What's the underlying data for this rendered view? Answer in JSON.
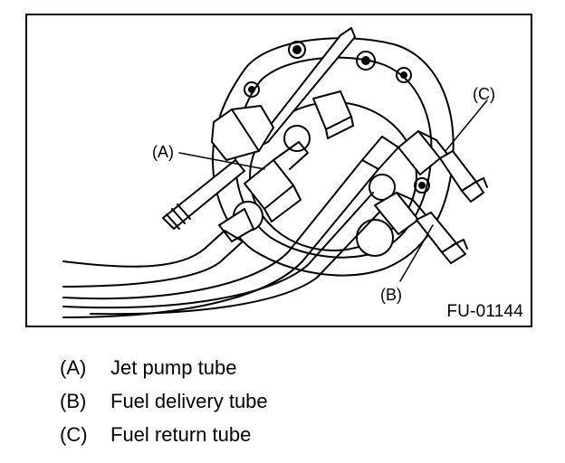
{
  "diagram": {
    "figure_code": "FU-01144",
    "callouts": [
      {
        "id": "A",
        "label": "(A)"
      },
      {
        "id": "B",
        "label": "(B)"
      },
      {
        "id": "C",
        "label": "(C)"
      }
    ]
  },
  "legend": [
    {
      "key": "(A)",
      "text": "Jet pump tube"
    },
    {
      "key": "(B)",
      "text": "Fuel delivery tube"
    },
    {
      "key": "(C)",
      "text": "Fuel return tube"
    }
  ]
}
